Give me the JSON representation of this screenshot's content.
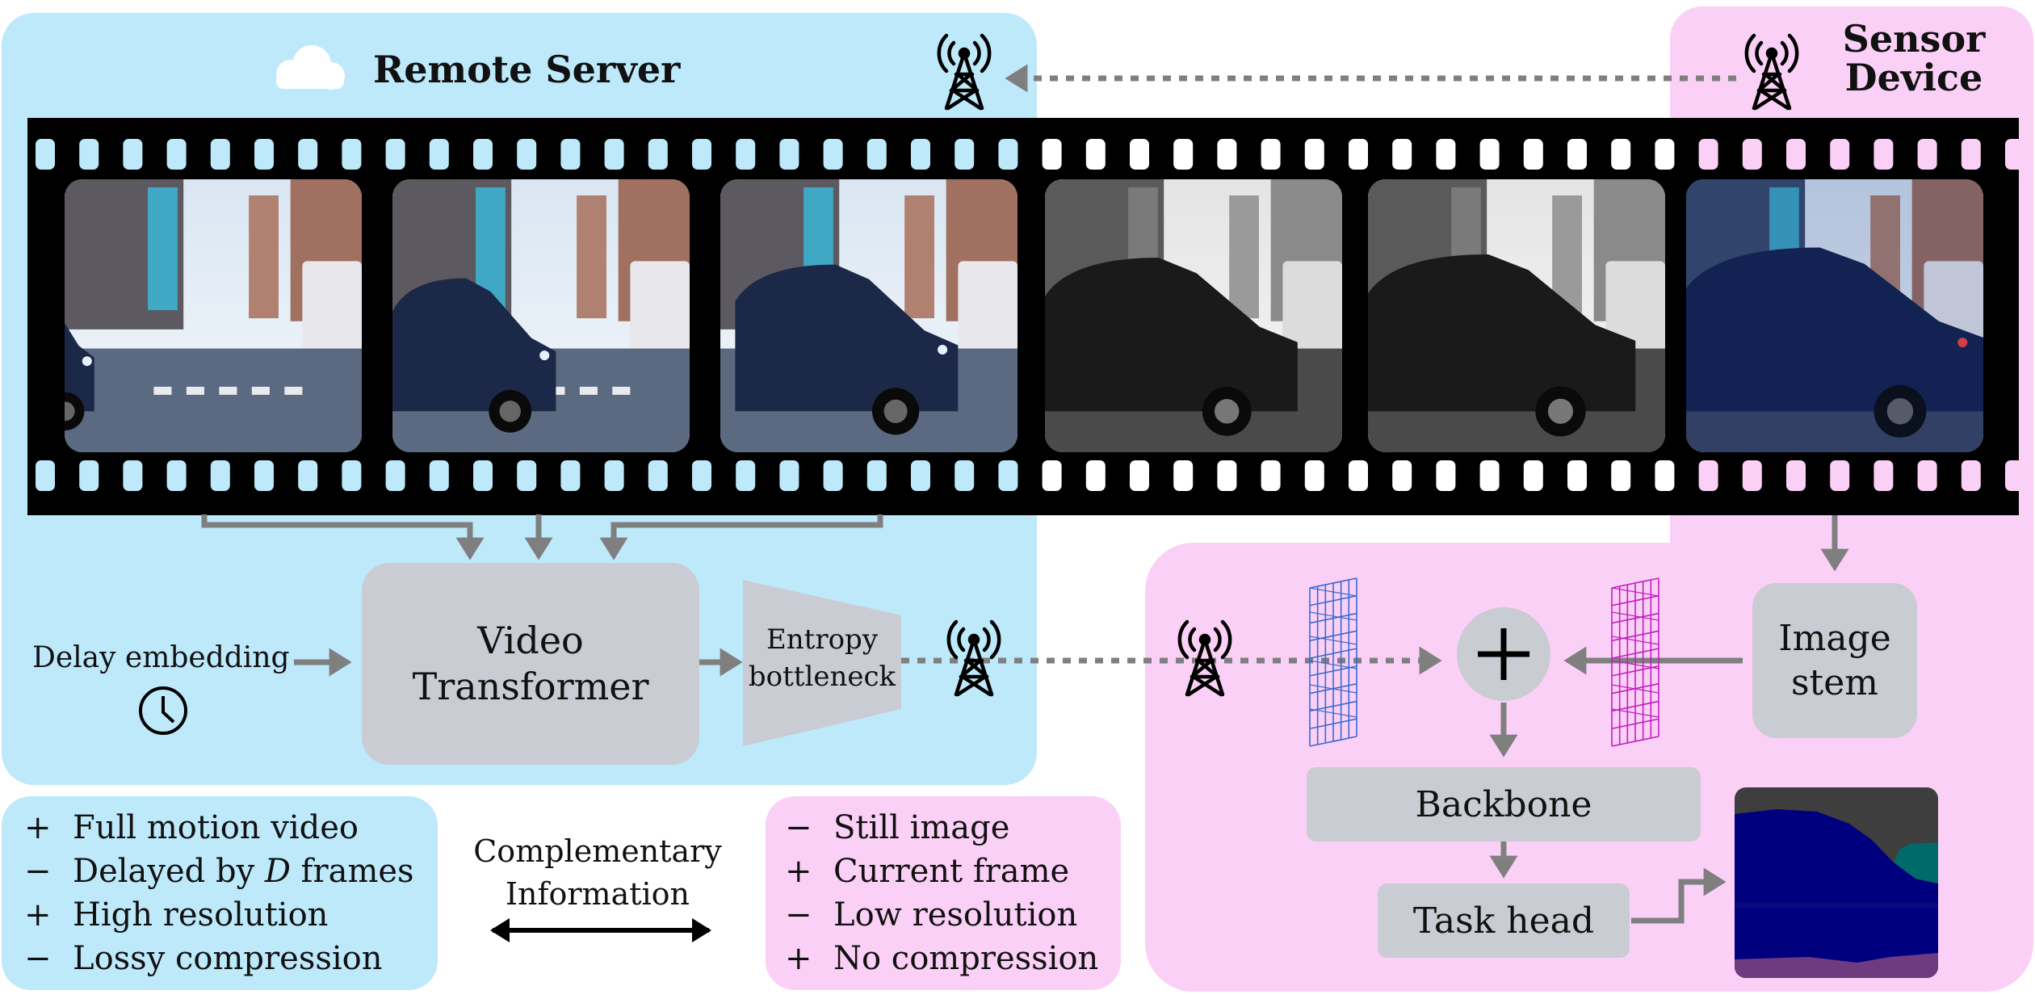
{
  "remote": {
    "title": "Remote Server",
    "video_transformer": "Video\nTransformer",
    "entropy_bottleneck": "Entropy\nbottleneck",
    "delay_embedding": "Delay embedding"
  },
  "sensor": {
    "title": "Sensor\nDevice",
    "image_stem": "Image\nstem",
    "backbone": "Backbone",
    "task_head": "Task head"
  },
  "remote_list": [
    {
      "sym": "+",
      "text": "Full motion video"
    },
    {
      "sym": "−",
      "text_before": "Delayed by ",
      "text_italic": "D",
      "text_after": " frames"
    },
    {
      "sym": "+",
      "text": "High resolution"
    },
    {
      "sym": "−",
      "text": "Lossy compression"
    }
  ],
  "sensor_list": [
    {
      "sym": "−",
      "text": "Still image"
    },
    {
      "sym": "+",
      "text": "Current frame"
    },
    {
      "sym": "−",
      "text": "Low resolution"
    },
    {
      "sym": "+",
      "text": "No compression"
    }
  ],
  "complementary": "Complementary\nInformation",
  "plus_symbol": "+",
  "colors": {
    "remote_bg": "#bde9fb",
    "sensor_bg": "#fbd0f6",
    "box_gray": "#c9ccd2",
    "arrow_gray": "#7f7f7f",
    "film_black": "#000000"
  }
}
